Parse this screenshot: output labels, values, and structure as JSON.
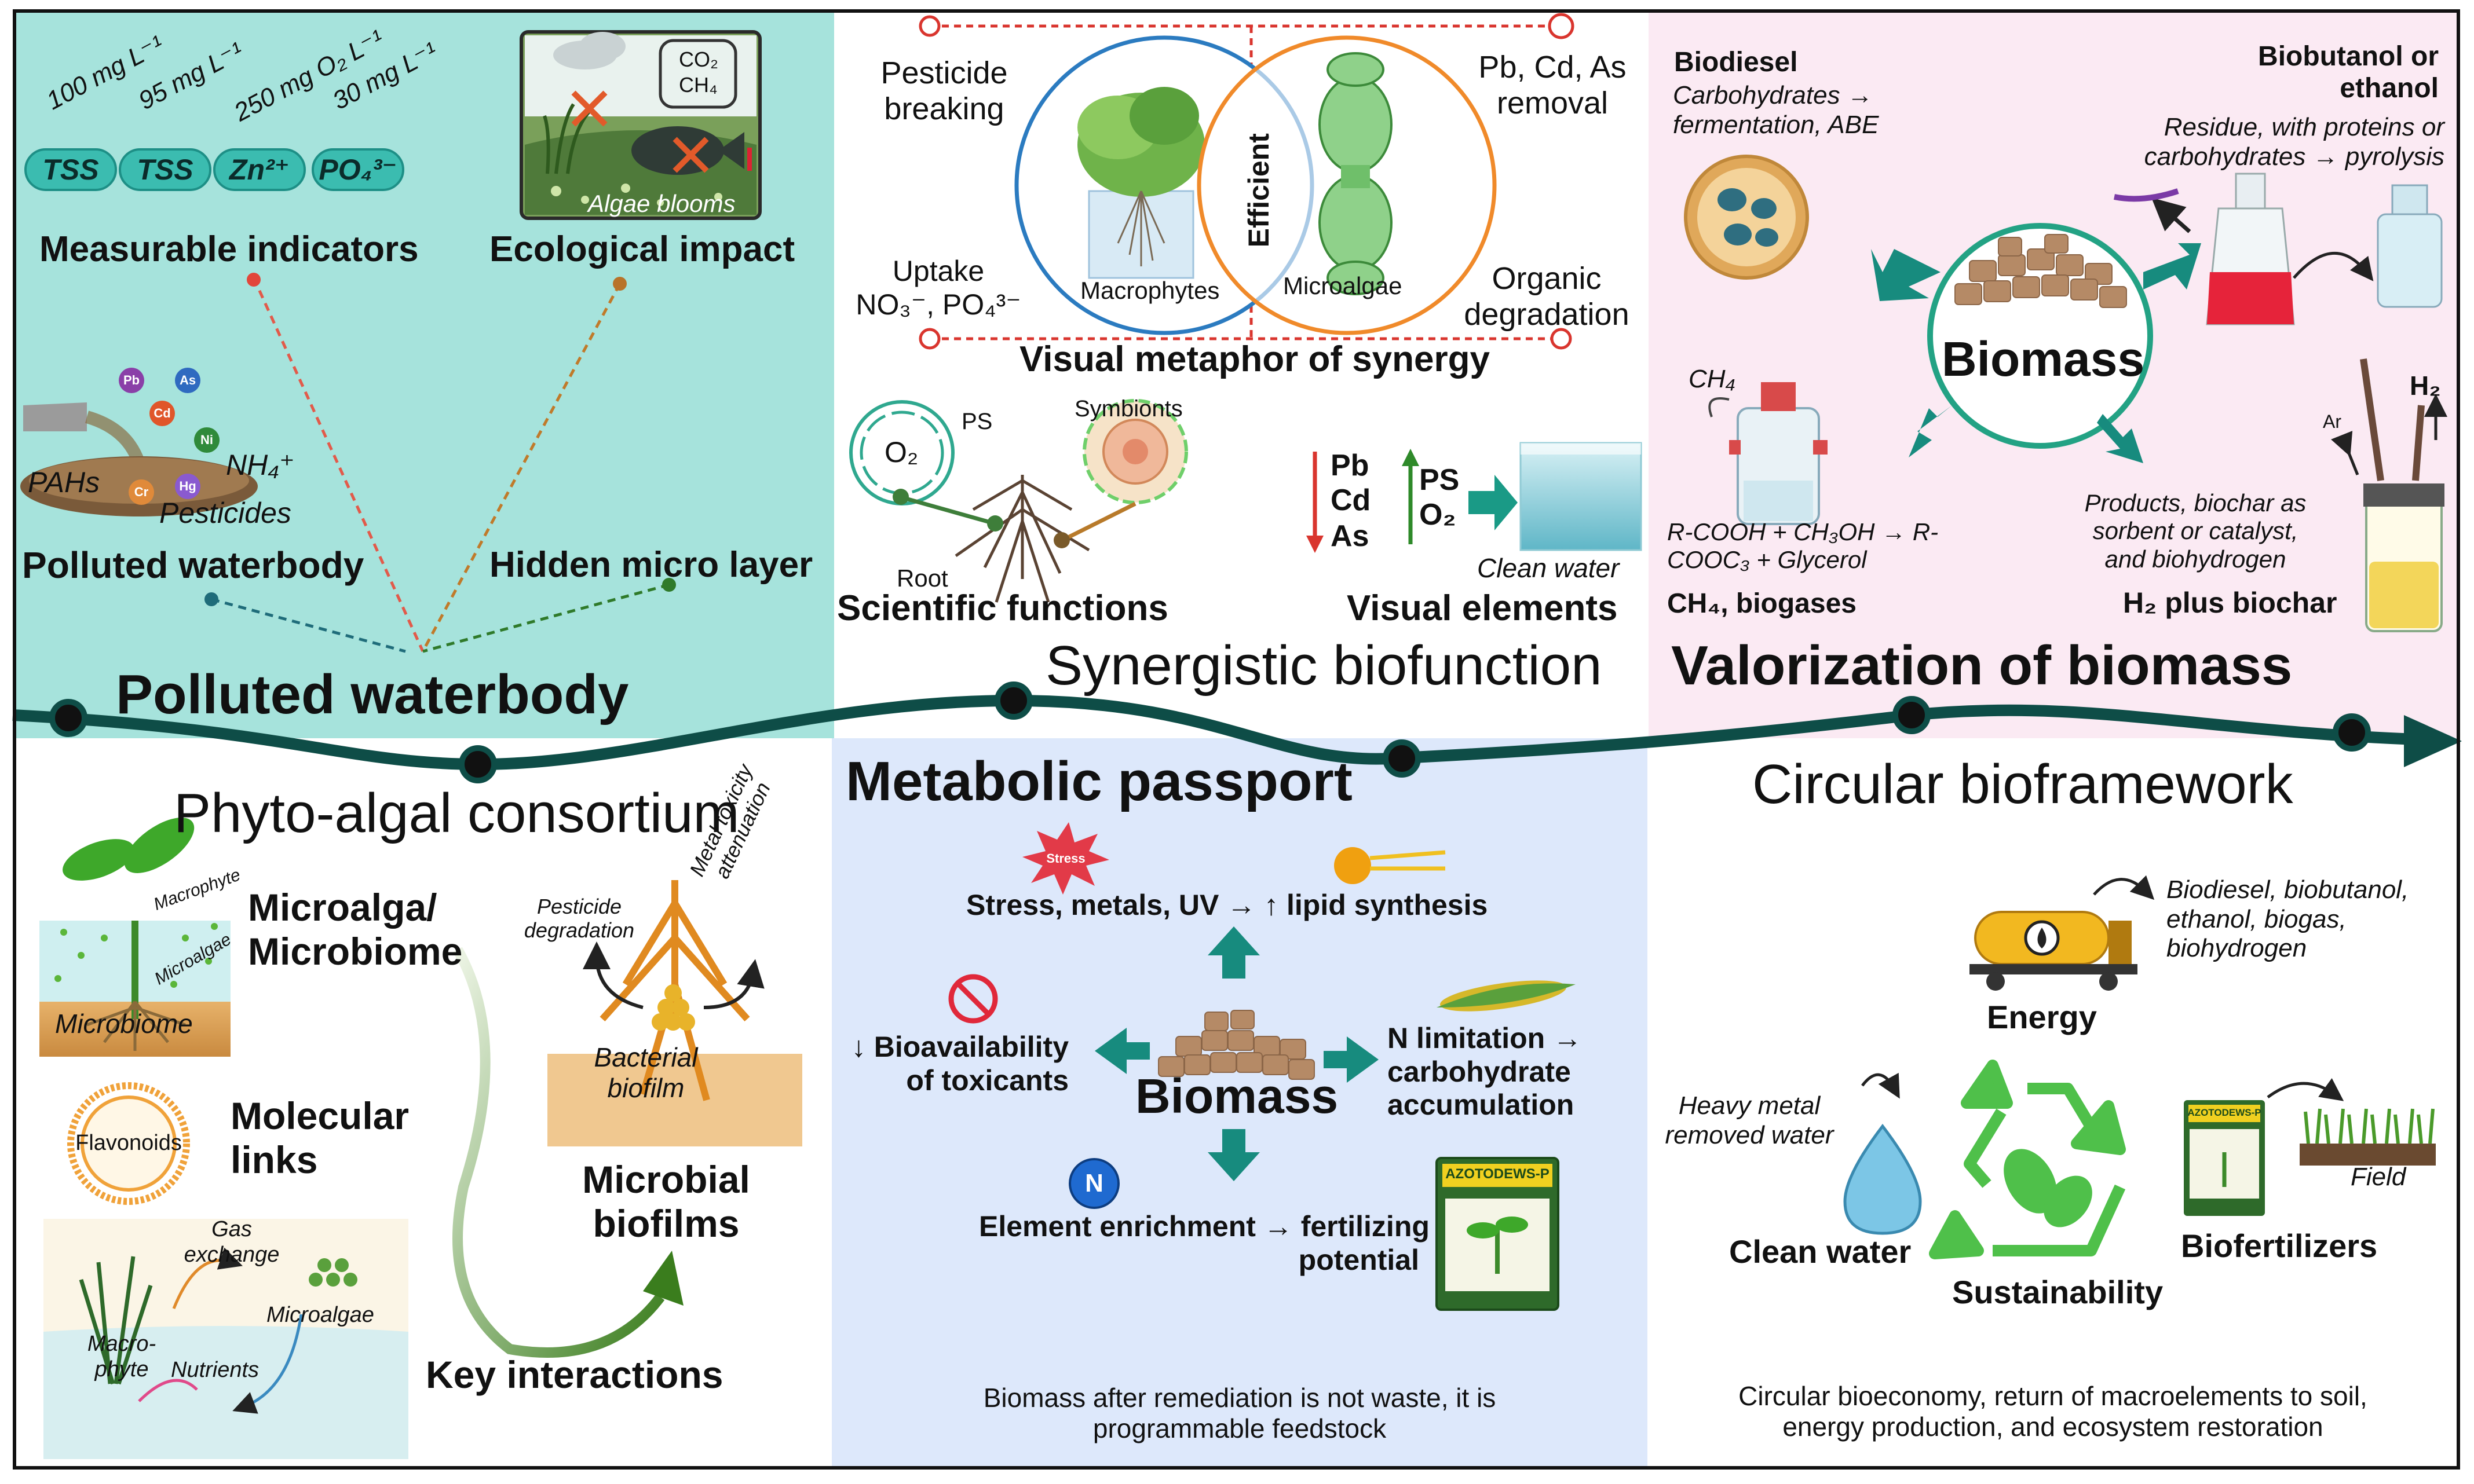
{
  "panels": {
    "polluted": {
      "title": "Polluted waterbody",
      "concentrations": [
        "100 mg L⁻¹",
        "95 mg L⁻¹",
        "250 mg O₂ L⁻¹",
        "30 mg L⁻¹"
      ],
      "pills": [
        "TSS",
        "TSS",
        "Zn²⁺",
        "PO₄³⁻"
      ],
      "measurable_label": "Measurable indicators",
      "ecological_label": "Ecological impact",
      "algae_label": "Algae blooms",
      "co2_label": "CO₂",
      "ch4_label": "CH₄",
      "metals": [
        "Pb",
        "As",
        "Cd",
        "Ni",
        "Cr",
        "Hg"
      ],
      "pahs": "PAHs",
      "nh4": "NH₄⁺",
      "pesticides": "Pesticides",
      "polluted_label": "Polluted waterbody",
      "hidden_label": "Hidden micro layer"
    },
    "synergy": {
      "pesticide_breaking": "Pesticide\nbreaking",
      "pb_removal": "Pb, Cd, As\nremoval",
      "uptake": "Uptake\nNO₃⁻, PO₄³⁻",
      "organic": "Organic\ndegradation",
      "macrophytes": "Macrophytes",
      "microalgae": "Microalgae",
      "efficient": "Efficient",
      "visual_metaphor": "Visual metaphor of synergy",
      "o2": "O₂",
      "ps": "PS",
      "symbionts": "Symbionts",
      "root": "Root",
      "scientific_functions": "Scientific functions",
      "elements": [
        "Pb",
        "Cd",
        "As"
      ],
      "ps2": "PS",
      "o2b": "O₂",
      "clean_water": "Clean water",
      "visual_elements": "Visual elements",
      "title": "Synergistic biofunction"
    },
    "valorization": {
      "biodiesel": "Biodiesel",
      "biodiesel_desc": "Carbohydrates →\nfermentation, ABE",
      "biobutanol": "Biobutanol or\nethanol",
      "biobutanol_desc": "Residue, with proteins or\ncarbohydrates → pyrolysis",
      "biomass": "Biomass",
      "ch4": "CH₄",
      "reaction": "R-COOH + CH₃OH → R-\nCOOC₃ + Glycerol",
      "ch4_biogases": "CH₄, biogases",
      "products": "Products, biochar as\nsorbent or catalyst,\nand biohydrogen",
      "h2_biochar": "H₂ plus biochar",
      "ar": "Ar",
      "h2": "H₂",
      "title": "Valorization of biomass"
    },
    "consortium": {
      "title": "Phyto-algal consortium",
      "macrophyte": "Macrophyte",
      "microalgae_small": "Microalgae",
      "microbiome_label": "Microbiome",
      "microalga_microbiome": "Microalga/\nMicrobiome",
      "flavonoids": "Flavonoids",
      "molecular_links": "Molecular\nlinks",
      "gas_exchange": "Gas\nexchange",
      "microalgae2": "Microalgae",
      "macrophyte2": "Macro-\nphyte",
      "nutrients": "Nutrients",
      "pesticide_degradation": "Pesticide\ndegradation",
      "metal_toxicity": "Metal toxicity\nattenuation",
      "bacterial_biofilm": "Bacterial\nbiofilm",
      "microbial_biofilms": "Microbial\nbiofilms",
      "key_interactions": "Key interactions"
    },
    "passport": {
      "title": "Metabolic passport",
      "stress_badge": "Stress",
      "stress_line": "Stress, metals, UV → ↑ lipid synthesis",
      "bioavailability": "↓ Bioavailability\nof toxicants",
      "biomass": "Biomass",
      "n_limitation": "N limitation →\ncarbohydrate\naccumulation",
      "n_badge": "N",
      "element_enrichment": "Element enrichment → fertilizing\npotential",
      "bag_title": "AZOTODEWS-P",
      "footer": "Biomass after remediation is not waste, it is\nprogrammable feedstock"
    },
    "circular": {
      "title": "Circular bioframework",
      "energy_outputs": "Biodiesel, biobutanol,\nethanol, biogas,\nbiohydrogen",
      "energy": "Energy",
      "heavy_metal": "Heavy metal\nremoved water",
      "clean_water": "Clean water",
      "sustainability": "Sustainability",
      "biofertilizers": "Biofertilizers",
      "field": "Field",
      "bag_title": "AZOTODEWS-P",
      "footer": "Circular bioeconomy, return of macroelements to soil,\nenergy production, and ecosystem restoration"
    }
  },
  "colors": {
    "teal_bg": "#a6e3dc",
    "pink_bg": "#fbeaf3",
    "blue_bg": "#dde8fb",
    "arrow_teal": "#178b7e",
    "timeline": "#0e4d47"
  }
}
